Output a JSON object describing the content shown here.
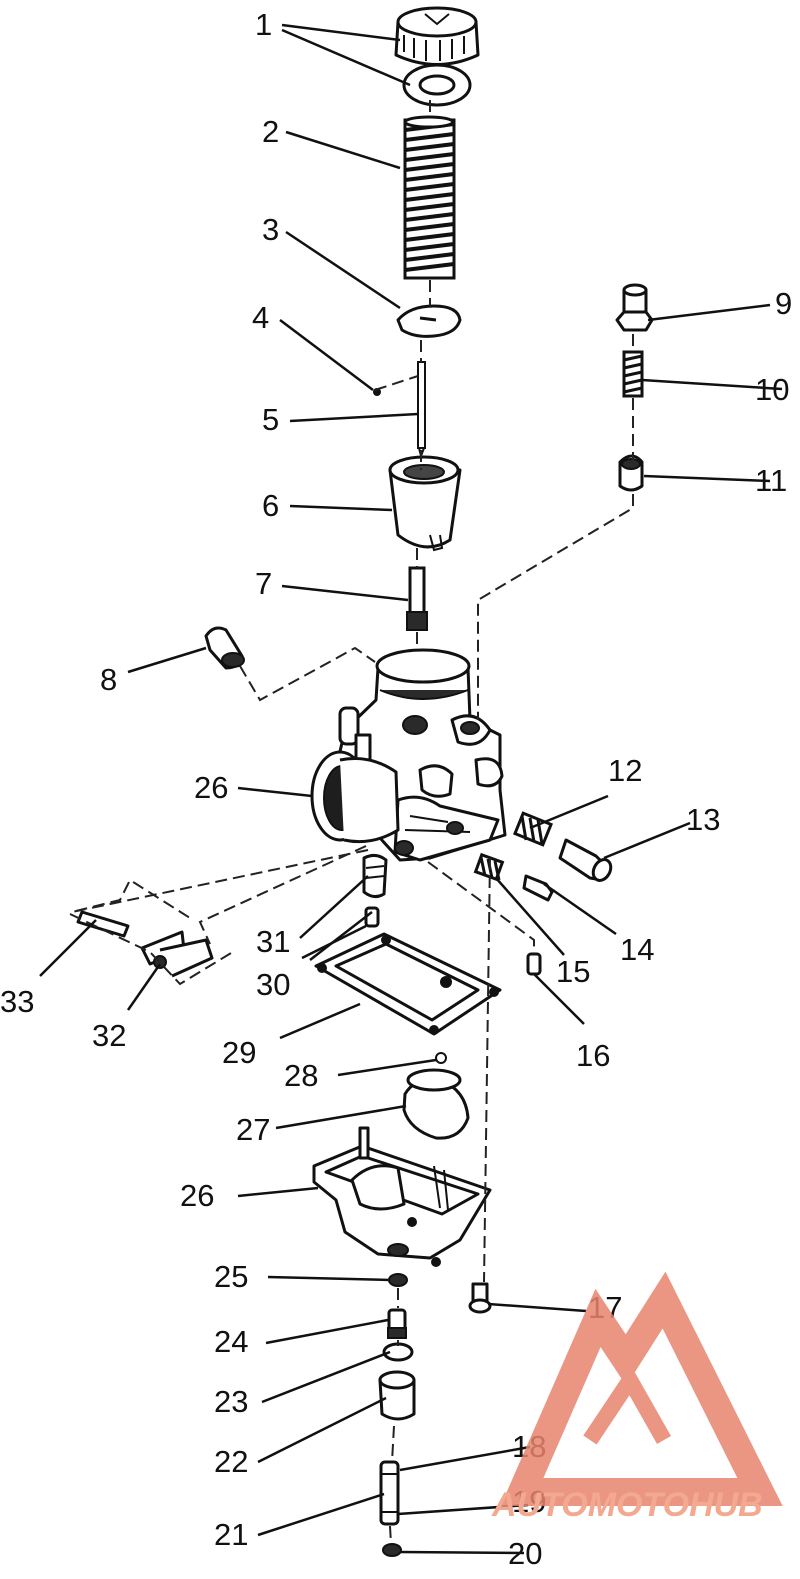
{
  "callouts": [
    {
      "id": "c1",
      "label": "1"
    },
    {
      "id": "c2",
      "label": "2"
    },
    {
      "id": "c3",
      "label": "3"
    },
    {
      "id": "c4",
      "label": "4"
    },
    {
      "id": "c5",
      "label": "5"
    },
    {
      "id": "c6",
      "label": "6"
    },
    {
      "id": "c7",
      "label": "7"
    },
    {
      "id": "c8",
      "label": "8"
    },
    {
      "id": "c9",
      "label": "9"
    },
    {
      "id": "c10",
      "label": "10"
    },
    {
      "id": "c11",
      "label": "11"
    },
    {
      "id": "c12",
      "label": "12"
    },
    {
      "id": "c13",
      "label": "13"
    },
    {
      "id": "c14",
      "label": "14"
    },
    {
      "id": "c15",
      "label": "15"
    },
    {
      "id": "c16",
      "label": "16"
    },
    {
      "id": "c17",
      "label": "17"
    },
    {
      "id": "c18",
      "label": "18"
    },
    {
      "id": "c19",
      "label": "19"
    },
    {
      "id": "c20",
      "label": "20"
    },
    {
      "id": "c21",
      "label": "21"
    },
    {
      "id": "c22",
      "label": "22"
    },
    {
      "id": "c23",
      "label": "23"
    },
    {
      "id": "c24",
      "label": "24"
    },
    {
      "id": "c25",
      "label": "25"
    },
    {
      "id": "c26a",
      "label": "26"
    },
    {
      "id": "c26b",
      "label": "26"
    },
    {
      "id": "c27",
      "label": "27"
    },
    {
      "id": "c28",
      "label": "28"
    },
    {
      "id": "c29",
      "label": "29"
    },
    {
      "id": "c30",
      "label": "30"
    },
    {
      "id": "c31",
      "label": "31"
    },
    {
      "id": "c32",
      "label": "32"
    },
    {
      "id": "c33",
      "label": "33"
    }
  ],
  "watermark": {
    "text": "AUTOMOTOHUB",
    "colors": {
      "logo": "#e8836e",
      "text_light": "#f2a98f",
      "text_dark": "#4a4a4a"
    }
  }
}
